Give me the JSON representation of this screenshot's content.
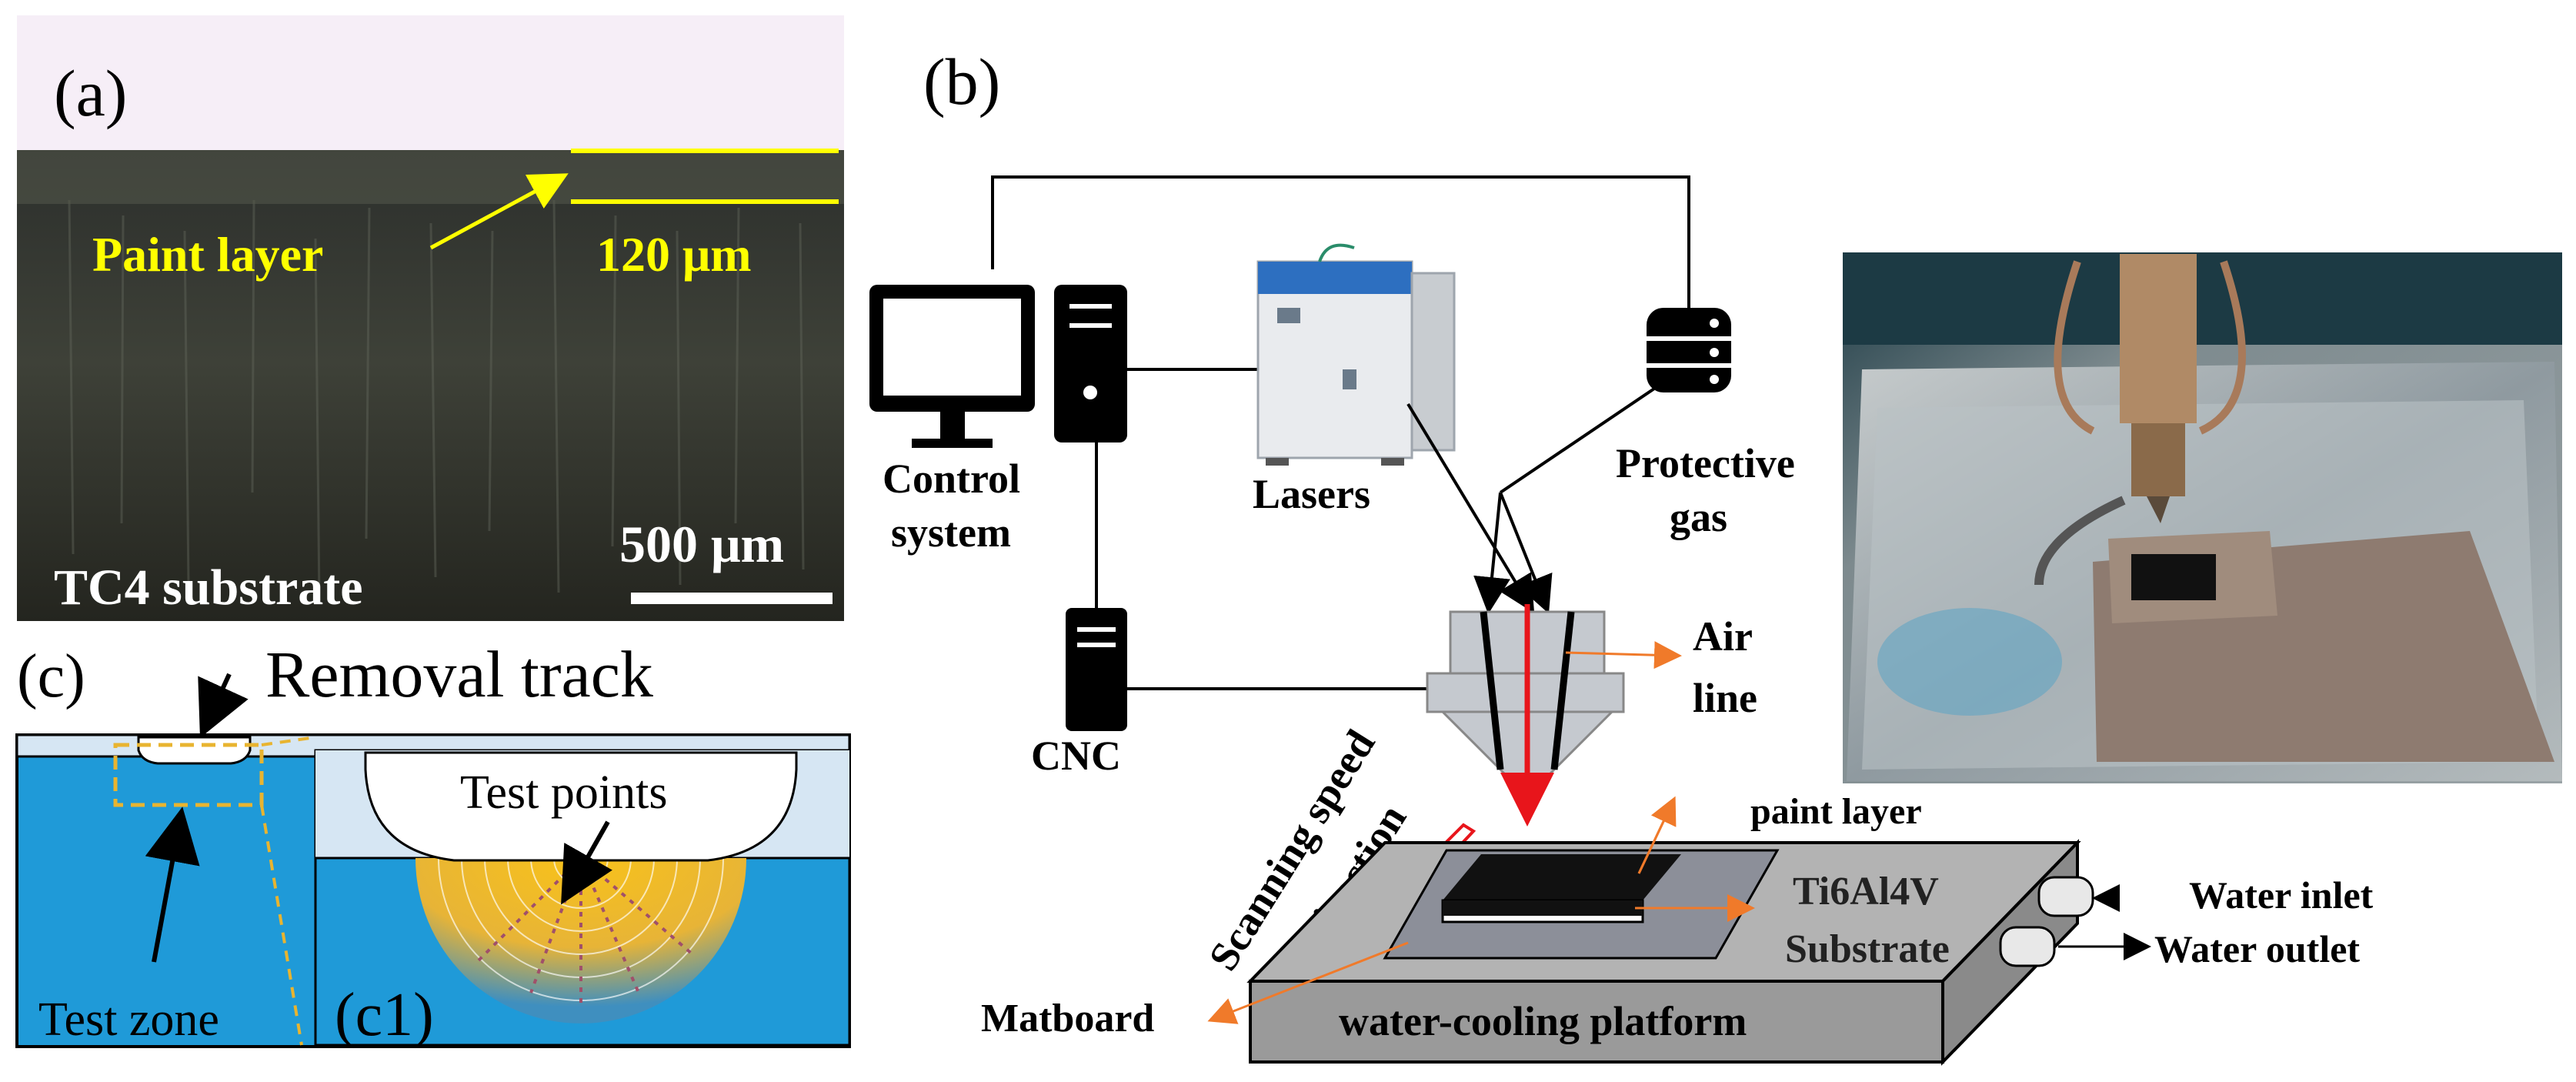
{
  "panel_a": {
    "label": "(a)",
    "paint_layer_label": "Paint layer",
    "thickness_label": "120 μm",
    "scale_label": "500 μm",
    "substrate_label": "TC4 substrate",
    "colors": {
      "annotation": "#ffff00",
      "white": "#ffffff"
    }
  },
  "panel_b": {
    "label": "(b)",
    "control_system": "Control system",
    "control_system_line1": "Control",
    "control_system_line2": "system",
    "lasers": "Lasers",
    "protective_gas_line1": "Protective",
    "protective_gas_line2": "gas",
    "cnc": "CNC",
    "air_line_line1": "Air",
    "air_line_line2": "line",
    "scanning_line1": "Scanning speed",
    "scanning_line2": "direction",
    "paint_layer": "paint layer",
    "substrate_line1": "Ti6Al4V",
    "substrate_line2": "Substrate",
    "water_inlet": "Water inlet",
    "water_outlet": "Water outlet",
    "matboard": "Matboard",
    "platform": "water-cooling platform",
    "colors": {
      "laser_beam": "#e8151b",
      "leader": "#f07a2a",
      "platform_gray": "#9a9a9a"
    }
  },
  "panel_c": {
    "label": "(c)",
    "title": "Removal track",
    "test_points": "Test points",
    "test_zone": "Test zone",
    "inset_label": "(c1)",
    "colors": {
      "substrate_blue": "#1f9ad8",
      "zone_dash": "#e8b430",
      "heat_gold": "#f2b21f"
    }
  }
}
